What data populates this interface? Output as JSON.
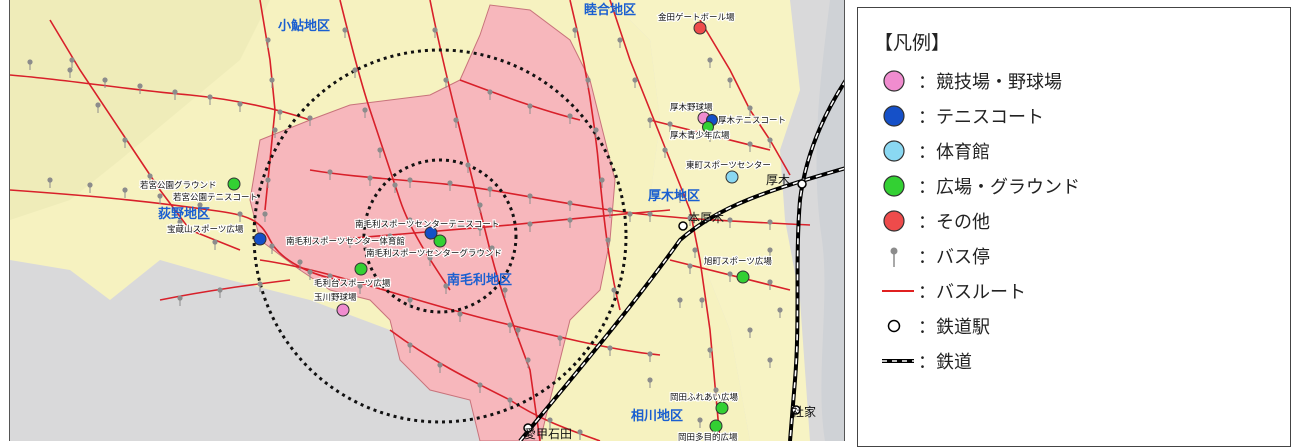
{
  "map": {
    "districts": [
      {
        "label": "小鮎地区"
      },
      {
        "label": "睦合地区"
      },
      {
        "label": "荻野地区"
      },
      {
        "label": "厚木地区"
      },
      {
        "label": "南毛利地区"
      },
      {
        "label": "相川地区"
      }
    ],
    "stations": [
      {
        "label": "本厚木"
      },
      {
        "label": "厚木"
      },
      {
        "label": "愛甲石田"
      },
      {
        "label": "社家"
      }
    ],
    "facilities": [
      {
        "label": "金田ゲートボール場",
        "category": "other"
      },
      {
        "label": "厚木野球場",
        "category": "stadium"
      },
      {
        "label": "厚木テニスコート",
        "category": "tennis"
      },
      {
        "label": "厚木青少年広場",
        "category": "plaza"
      },
      {
        "label": "東町スポーツセンター",
        "category": "gym"
      },
      {
        "label": "若宮公園グラウンド",
        "category": "plaza"
      },
      {
        "label": "若宮公園テニスコート",
        "category": "tennis"
      },
      {
        "label": "宝蔵山スポーツ広場",
        "category": "tennis"
      },
      {
        "label": "南毛利スポーツセンターテニスコート",
        "category": "tennis"
      },
      {
        "label": "南毛利スポーツセンター体育館",
        "category": "plaza"
      },
      {
        "label": "南毛利スポーツセンターグラウンド",
        "category": "plaza"
      },
      {
        "label": "毛利台スポーツ広場",
        "category": "plaza"
      },
      {
        "label": "玉川野球場",
        "category": "stadium"
      },
      {
        "label": "旭町スポーツ広場",
        "category": "plaza"
      },
      {
        "label": "岡田ふれあい広場",
        "category": "plaza"
      },
      {
        "label": "岡田多目的広場",
        "category": "plaza"
      }
    ]
  },
  "legend": {
    "title": "【凡例】",
    "items": [
      {
        "label": "：競技場・野球場",
        "symbol": "circle",
        "color": "#f08ccf"
      },
      {
        "label": "：テニスコート",
        "symbol": "circle",
        "color": "#1550c8"
      },
      {
        "label": "：体育館",
        "symbol": "circle",
        "color": "#8ad8f2"
      },
      {
        "label": "：広場・グラウンド",
        "symbol": "circle",
        "color": "#33d033"
      },
      {
        "label": "：その他",
        "symbol": "circle",
        "color": "#ee4b4b"
      },
      {
        "label": "：バス停",
        "symbol": "bus-stop",
        "color": "#8c8c8c"
      },
      {
        "label": "：バスルート",
        "symbol": "line",
        "color": "#e02020"
      },
      {
        "label": "：鉄道駅",
        "symbol": "station",
        "color": "#000000"
      },
      {
        "label": "：鉄道",
        "symbol": "railway",
        "color": "#000000"
      }
    ]
  }
}
